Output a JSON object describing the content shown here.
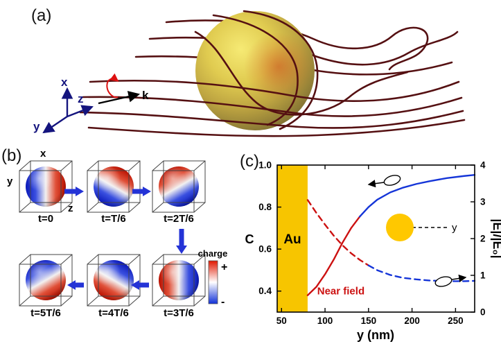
{
  "panel_a": {
    "label": "(a)",
    "axis_x": "x",
    "axis_y": "y",
    "axis_z": "z",
    "k_label": "k"
  },
  "panel_b": {
    "label": "(b)",
    "axis_x": "x",
    "axis_y": "y",
    "axis_z": "z",
    "frames": [
      {
        "t": "t=0"
      },
      {
        "t": "t=T/6"
      },
      {
        "t": "t=2T/6"
      },
      {
        "t": "t=3T/6"
      },
      {
        "t": "t=4T/6"
      },
      {
        "t": "t=5T/6"
      }
    ],
    "colorbar": {
      "label": "charge",
      "plus": "+",
      "minus": "-"
    }
  },
  "panel_c": {
    "label": "(c)",
    "inset_y_label": "y"
  },
  "chart_data": {
    "type": "line",
    "title": "",
    "xlabel": "y (nm)",
    "ylabel_left": "C",
    "ylabel_right": "|E|/|E₀|",
    "xlim": [
      45,
      272
    ],
    "ylim_left": [
      0.3,
      1.0
    ],
    "ylim_right": [
      0,
      4
    ],
    "x_ticks": [
      "50",
      "100",
      "150",
      "200",
      "250"
    ],
    "y_ticks_left": [
      "0.4",
      "0.6",
      "0.8",
      "1.0"
    ],
    "y_ticks_right": [
      "0",
      "1",
      "2",
      "3",
      "4"
    ],
    "grid": false,
    "legend": "none",
    "au_band": {
      "label": "Au",
      "x_range_nm": [
        45,
        80
      ],
      "color": "#F7C500"
    },
    "series": [
      {
        "name": "C",
        "axis": "left",
        "line_style": "solid",
        "near_color": "#cc1111",
        "far_color": "#1535d8",
        "color_split_x": 140,
        "x": [
          80,
          90,
          100,
          110,
          120,
          130,
          140,
          150,
          160,
          175,
          190,
          205,
          220,
          240,
          260,
          272
        ],
        "y": [
          0.38,
          0.42,
          0.48,
          0.55,
          0.63,
          0.7,
          0.755,
          0.8,
          0.835,
          0.87,
          0.893,
          0.91,
          0.923,
          0.938,
          0.948,
          0.953
        ]
      },
      {
        "name": "near-field-enhancement",
        "axis": "right",
        "line_style": "dashed",
        "near_color": "#cc1111",
        "far_color": "#1535d8",
        "color_split_x": 150,
        "x": [
          80,
          90,
          100,
          110,
          120,
          130,
          140,
          150,
          160,
          175,
          190,
          205,
          220,
          240,
          260,
          272
        ],
        "y": [
          3.05,
          2.7,
          2.38,
          2.08,
          1.82,
          1.6,
          1.42,
          1.27,
          1.14,
          1.01,
          0.93,
          0.89,
          0.86,
          0.84,
          0.84,
          0.85
        ]
      }
    ],
    "annotations": [
      {
        "text": "Near field",
        "color": "#cc1111",
        "x_nm": 91,
        "y_axis": "left",
        "y_val": 0.385
      }
    ]
  }
}
